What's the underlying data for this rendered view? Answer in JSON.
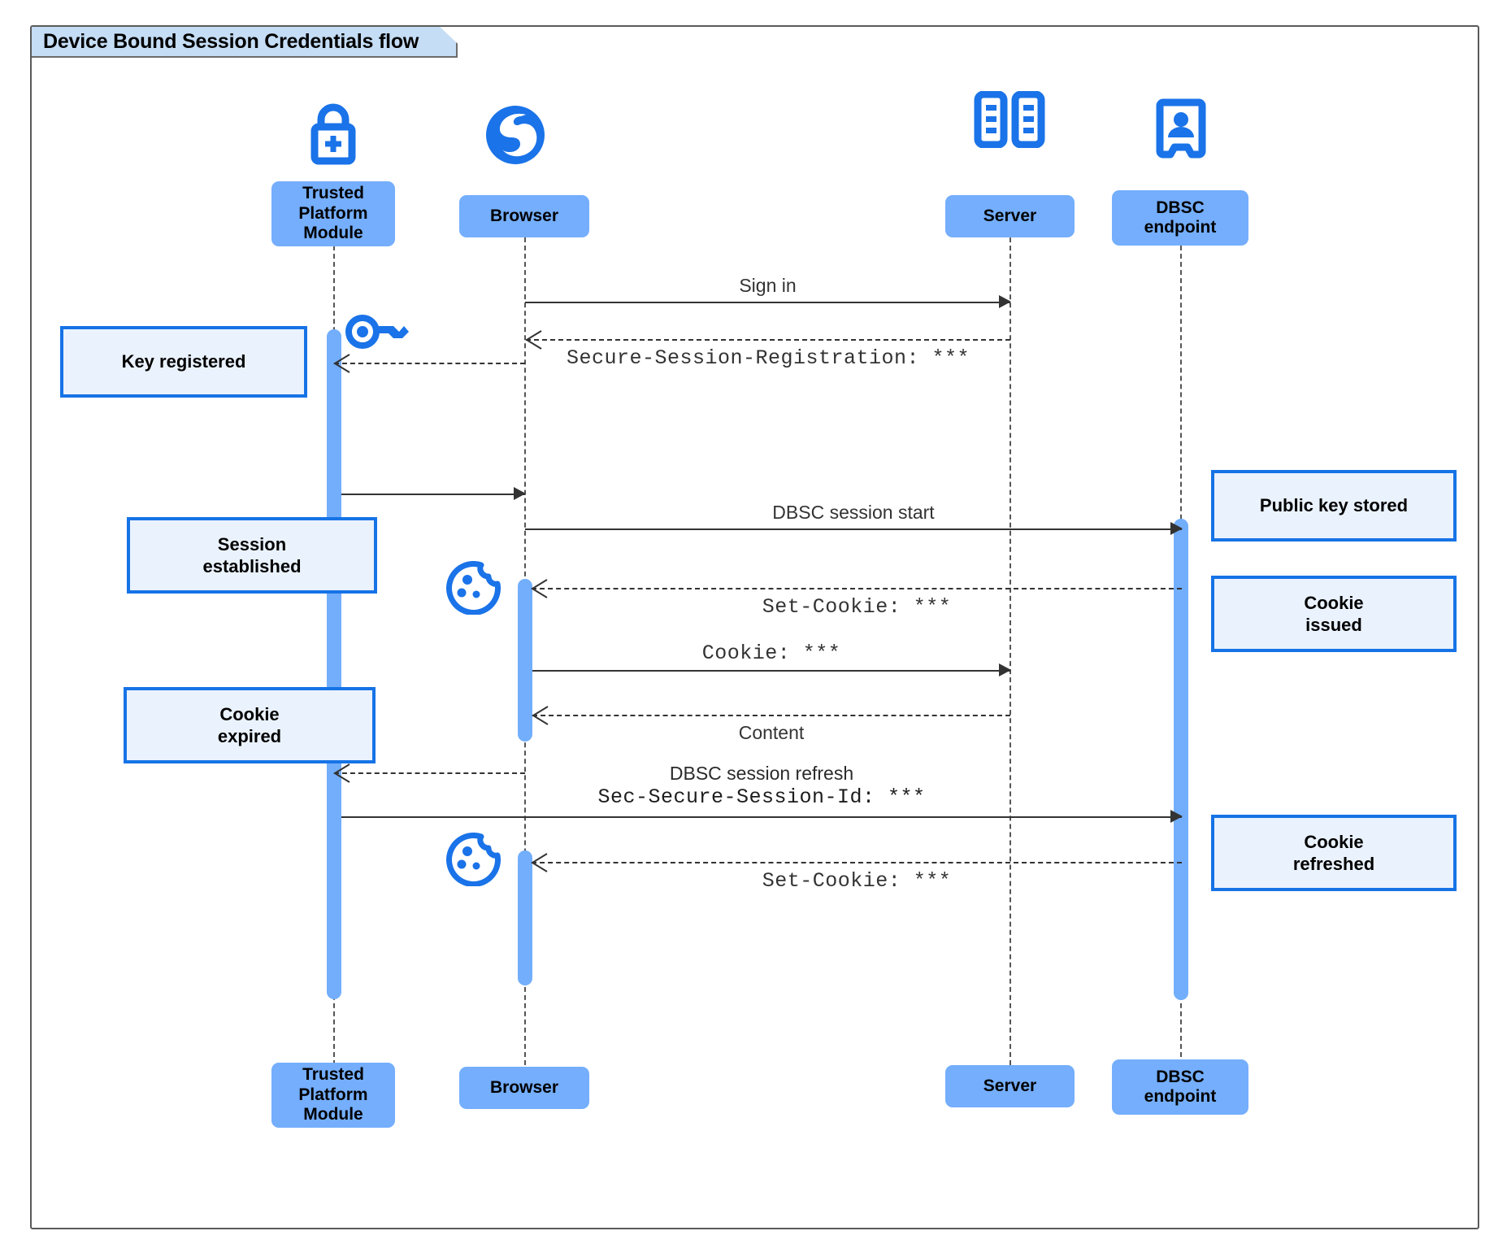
{
  "frame": {
    "title": "Device Bound Session Credentials flow",
    "border_color": "#5a5a5a",
    "title_fill": "#c5ddf5"
  },
  "colors": {
    "participant_fill": "#74aefc",
    "activation_fill": "#72aefc",
    "note_fill": "#eaf2fd",
    "note_border": "#1673e6",
    "icon_blue": "#1a73e8",
    "line": "#333333"
  },
  "participants": [
    {
      "id": "tpm",
      "label": "Trusted\nPlatform\nModule",
      "label_line1": "Trusted",
      "label_line2": "Platform",
      "label_line3": "Module",
      "icon": "lock-plus-icon"
    },
    {
      "id": "browser",
      "label": "Browser",
      "icon": "globe-icon"
    },
    {
      "id": "server",
      "label": "Server",
      "icon": "server-rack-icon"
    },
    {
      "id": "dbsc",
      "label": "DBSC\nendpoint",
      "label_line1": "DBSC",
      "label_line2": "endpoint",
      "icon": "id-badge-icon"
    }
  ],
  "messages": [
    {
      "id": "m1",
      "from": "browser",
      "to": "server",
      "style": "solid",
      "label": "Sign in",
      "label_font": "sans"
    },
    {
      "id": "m2",
      "from": "server",
      "to": "browser",
      "style": "dashed",
      "label": "Secure-Session-Registration: ***",
      "label_font": "mono"
    },
    {
      "id": "m3",
      "from": "browser",
      "to": "tpm",
      "style": "dashed",
      "label": "",
      "label_font": "none"
    },
    {
      "id": "m4",
      "from": "tpm",
      "to": "browser",
      "style": "solid",
      "label": "",
      "label_font": "none"
    },
    {
      "id": "m5",
      "from": "browser",
      "to": "dbsc",
      "style": "solid",
      "label": "DBSC session start",
      "label_font": "sans"
    },
    {
      "id": "m6",
      "from": "dbsc",
      "to": "browser",
      "style": "dashed",
      "label": "Set-Cookie: ***",
      "label_font": "mono"
    },
    {
      "id": "m7",
      "from": "browser",
      "to": "server",
      "style": "solid",
      "label": "Cookie: ***",
      "label_font": "mono"
    },
    {
      "id": "m8",
      "from": "server",
      "to": "browser",
      "style": "dashed",
      "label": "Content",
      "label_font": "sans"
    },
    {
      "id": "m9",
      "from": "browser",
      "to": "tpm",
      "style": "dashed",
      "label": "",
      "label_font": "none"
    },
    {
      "id": "m10",
      "from": "tpm",
      "to": "dbsc",
      "style": "solid",
      "label_line1": "DBSC session refresh",
      "label_line2": "Sec-Secure-Session-Id: ***",
      "label_font": "two"
    },
    {
      "id": "m11",
      "from": "dbsc",
      "to": "browser",
      "style": "dashed",
      "label": "Set-Cookie: ***",
      "label_font": "mono"
    }
  ],
  "notes": [
    {
      "id": "n1",
      "text": "Key registered",
      "side": "left",
      "lines": [
        "Key registered"
      ]
    },
    {
      "id": "n2",
      "text": "Session established",
      "side": "left",
      "lines": [
        "Session",
        "established"
      ]
    },
    {
      "id": "n3",
      "text": "Cookie expired",
      "side": "left",
      "lines": [
        "Cookie",
        "expired"
      ]
    },
    {
      "id": "n4",
      "text": "Public key stored",
      "side": "right",
      "lines": [
        "Public key stored"
      ]
    },
    {
      "id": "n5",
      "text": "Cookie issued",
      "side": "right",
      "lines": [
        "Cookie",
        "issued"
      ]
    },
    {
      "id": "n6",
      "text": "Cookie refreshed",
      "side": "right",
      "lines": [
        "Cookie",
        "refreshed"
      ]
    }
  ],
  "inline_icons": [
    {
      "id": "key1",
      "name": "key-icon",
      "near": "tpm"
    },
    {
      "id": "cookie1",
      "name": "cookie-icon",
      "near": "browser"
    },
    {
      "id": "cookie2",
      "name": "cookie-icon",
      "near": "browser"
    }
  ]
}
